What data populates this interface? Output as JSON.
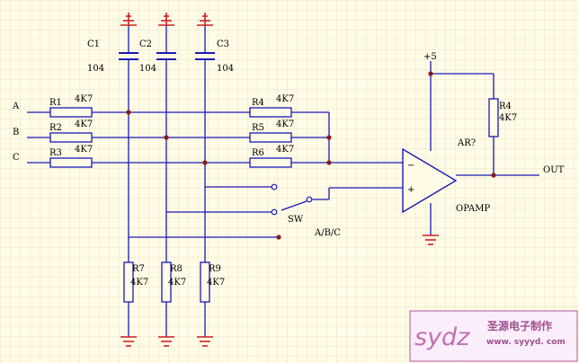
{
  "inputs": {
    "a": "A",
    "b": "B",
    "c": "C"
  },
  "capacitors": [
    {
      "name": "C1",
      "value": "104"
    },
    {
      "name": "C2",
      "value": "104"
    },
    {
      "name": "C3",
      "value": "104"
    }
  ],
  "input_resistors": [
    {
      "name": "R1",
      "value": "4K7"
    },
    {
      "name": "R2",
      "value": "4K7"
    },
    {
      "name": "R3",
      "value": "4K7"
    }
  ],
  "bridge_resistors": [
    {
      "name": "R4",
      "value": "4K7"
    },
    {
      "name": "R5",
      "value": "4K7"
    },
    {
      "name": "R6",
      "value": "4K7"
    }
  ],
  "feedback_resistor": {
    "name": "R4",
    "value": "4K7"
  },
  "bottom_resistors": [
    {
      "name": "R7",
      "value": "4K7"
    },
    {
      "name": "R8",
      "value": "4K7"
    },
    {
      "name": "R9",
      "value": "4K7"
    }
  ],
  "opamp": {
    "ref": "AR?",
    "name": "OPAMP",
    "supply": "+5",
    "minus": "−",
    "plus": "+"
  },
  "switch": {
    "ref": "SW",
    "label": "A/B/C"
  },
  "output": {
    "label": "OUT"
  },
  "watermark": {
    "logo": "sydz",
    "brand": "圣源电子制作",
    "url": "www. syyyd. com"
  },
  "colors": {
    "wire": "#1a1ab8",
    "ground": "#cc2222",
    "junction": "#8b1a1a",
    "background": "#fffbe6",
    "grid": "#e4dcc0",
    "component": "#1a1ab8",
    "watermark": "#c070b0"
  }
}
